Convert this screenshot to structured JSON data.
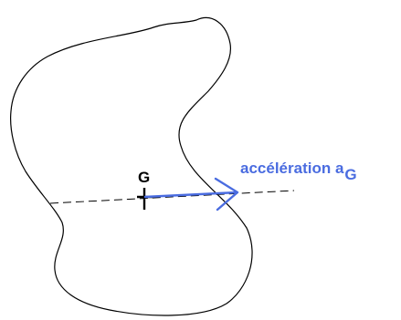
{
  "diagram": {
    "point_label": "G",
    "vector_label": "accélération a",
    "vector_subscript": "G",
    "colors": {
      "outline": "#000000",
      "axis_dashes": "#000000",
      "vector": "#4a6ce0",
      "label_text": "#4a6ce0",
      "point_text": "#000000"
    }
  }
}
